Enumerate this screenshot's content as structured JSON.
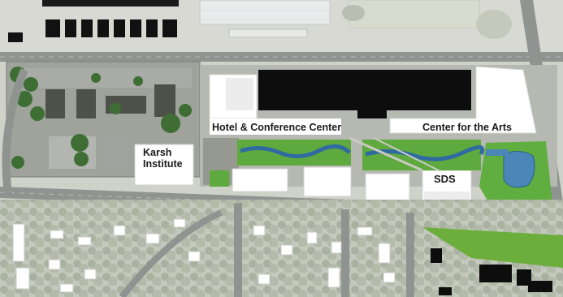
{
  "map": {
    "labels": {
      "hotel": "Hotel & Conference Center",
      "arts": "Center for the Arts",
      "karsh_line1": "Karsh",
      "karsh_line2": "Institute",
      "sds": "SDS"
    },
    "colors": {
      "background": "#cfd2c8",
      "road": "#8f9490",
      "road_edge": "#6f7470",
      "parking": "#a9aca6",
      "lawn": "#b9c6ad",
      "tree": "#3f6e35",
      "new_building": "#ffffff",
      "existing_roof": "#4d5148",
      "dark_building": "#0d0d0d",
      "landscape_green": "#5faa3e",
      "water": "#4a86b8"
    }
  }
}
